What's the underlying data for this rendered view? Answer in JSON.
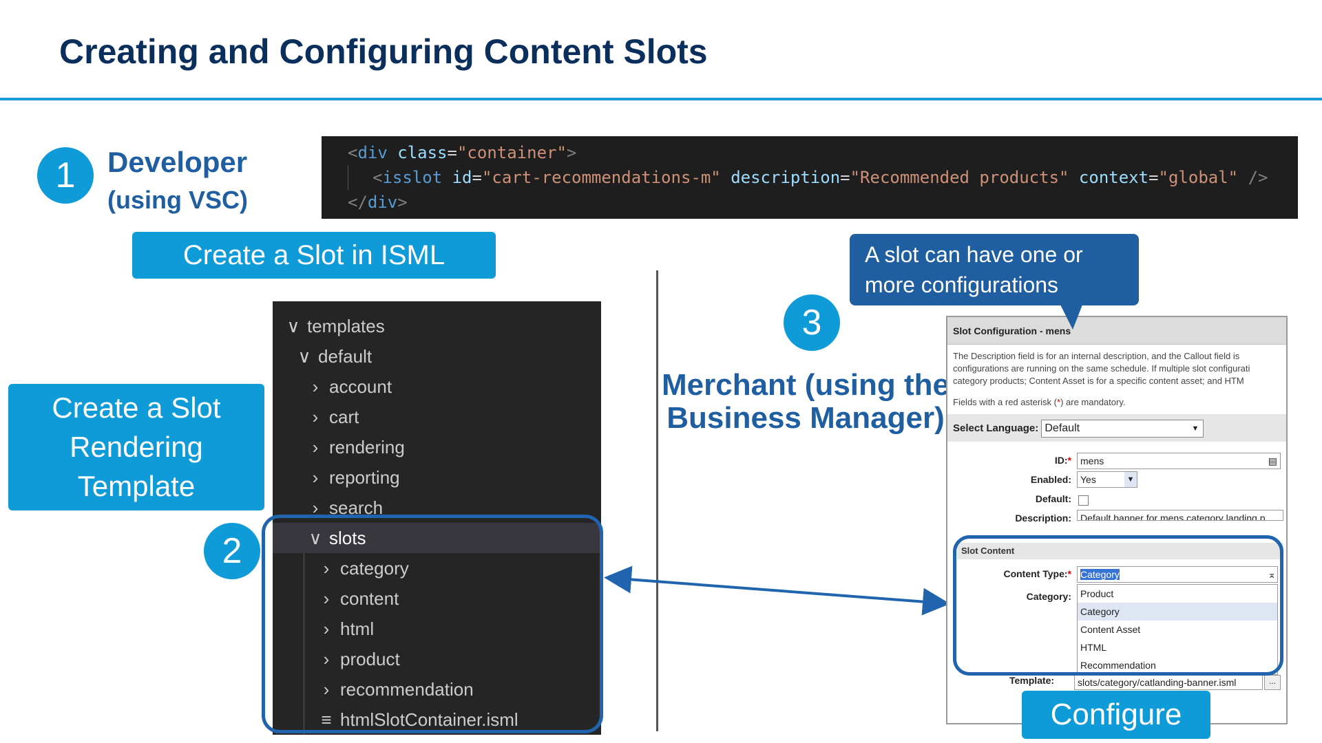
{
  "slide": {
    "title": "Creating and Configuring Content Slots"
  },
  "step1": {
    "number": "1",
    "heading_line1": "Developer",
    "heading_line2": "(using VSC)",
    "label": "Create a Slot in ISML"
  },
  "code": {
    "line1": {
      "open": "<",
      "tag": "div",
      "attr": " class",
      "eq": "=",
      "val": "\"container\"",
      "close": ">"
    },
    "line2": {
      "open": "<",
      "tag": "isslot",
      "a1": " id",
      "v1": "\"cart-recommendations-m\"",
      "a2": " description",
      "v2": "\"Recommended products\"",
      "a3": " context",
      "v3": "\"global\"",
      "eq": "=",
      "close": " />"
    },
    "line3": {
      "open": "</",
      "tag": "div",
      "close": ">"
    }
  },
  "step2": {
    "number": "2",
    "label_line1": "Create a Slot",
    "label_line2": "Rendering",
    "label_line3": "Template"
  },
  "file_tree": {
    "items": [
      {
        "label": "templates",
        "icon": "chevron-down-icon"
      },
      {
        "label": "default",
        "icon": "chevron-down-icon"
      },
      {
        "label": "account",
        "icon": "chevron-right-icon"
      },
      {
        "label": "cart",
        "icon": "chevron-right-icon"
      },
      {
        "label": "rendering",
        "icon": "chevron-right-icon"
      },
      {
        "label": "reporting",
        "icon": "chevron-right-icon"
      },
      {
        "label": "search",
        "icon": "chevron-right-icon"
      },
      {
        "label": "slots",
        "icon": "chevron-down-icon",
        "selected": true
      },
      {
        "label": "category",
        "icon": "chevron-right-icon"
      },
      {
        "label": "content",
        "icon": "chevron-right-icon"
      },
      {
        "label": "html",
        "icon": "chevron-right-icon"
      },
      {
        "label": "product",
        "icon": "chevron-right-icon"
      },
      {
        "label": "recommendation",
        "icon": "chevron-right-icon"
      },
      {
        "label": "htmlSlotContainer.isml",
        "icon": "file-lines-icon"
      }
    ],
    "glyphs": {
      "chevron_down": "∨",
      "chevron_right": "›",
      "file": "≡"
    }
  },
  "step3": {
    "number": "3",
    "heading_line1": "Merchant (using the",
    "heading_line2": "Business Manager)",
    "callout_line1": "A slot can have one or",
    "callout_line2": "more configurations",
    "label": "Configure"
  },
  "bm": {
    "header": "Slot Configuration - mens",
    "desc_line1": "The Description field is for an internal description, and the Callout field is",
    "desc_line2": "configurations are running on the same schedule. If multiple slot configurati",
    "desc_line3": "category products; Content Asset is for a specific content asset; and HTM",
    "mandatory_pre": "Fields with a red asterisk (",
    "mandatory_ast": "*",
    "mandatory_post": ") are mandatory.",
    "lang_label": "Select Language:",
    "lang_value": "Default",
    "id_label": "ID:",
    "id_value": "mens",
    "enabled_label": "Enabled:",
    "enabled_value": "Yes",
    "default_label": "Default:",
    "description_label": "Description:",
    "description_value": "Default banner for mens category landing p",
    "slot_content_header": "Slot Content",
    "content_type_label": "Content Type:",
    "content_type_value": "Category",
    "category_label": "Category:",
    "content_type_options": [
      "Product",
      "Category",
      "Content Asset",
      "HTML",
      "Recommendation"
    ],
    "template_label": "Template:",
    "template_value": "slots/category/catlanding-banner.isml",
    "template_button": "...",
    "asterisk": "*"
  },
  "colors": {
    "accent_blue": "#0f9ad8",
    "dark_blue": "#0b2f5c",
    "heading_blue": "#1f5fa1",
    "highlight_border": "#1f64ad"
  }
}
